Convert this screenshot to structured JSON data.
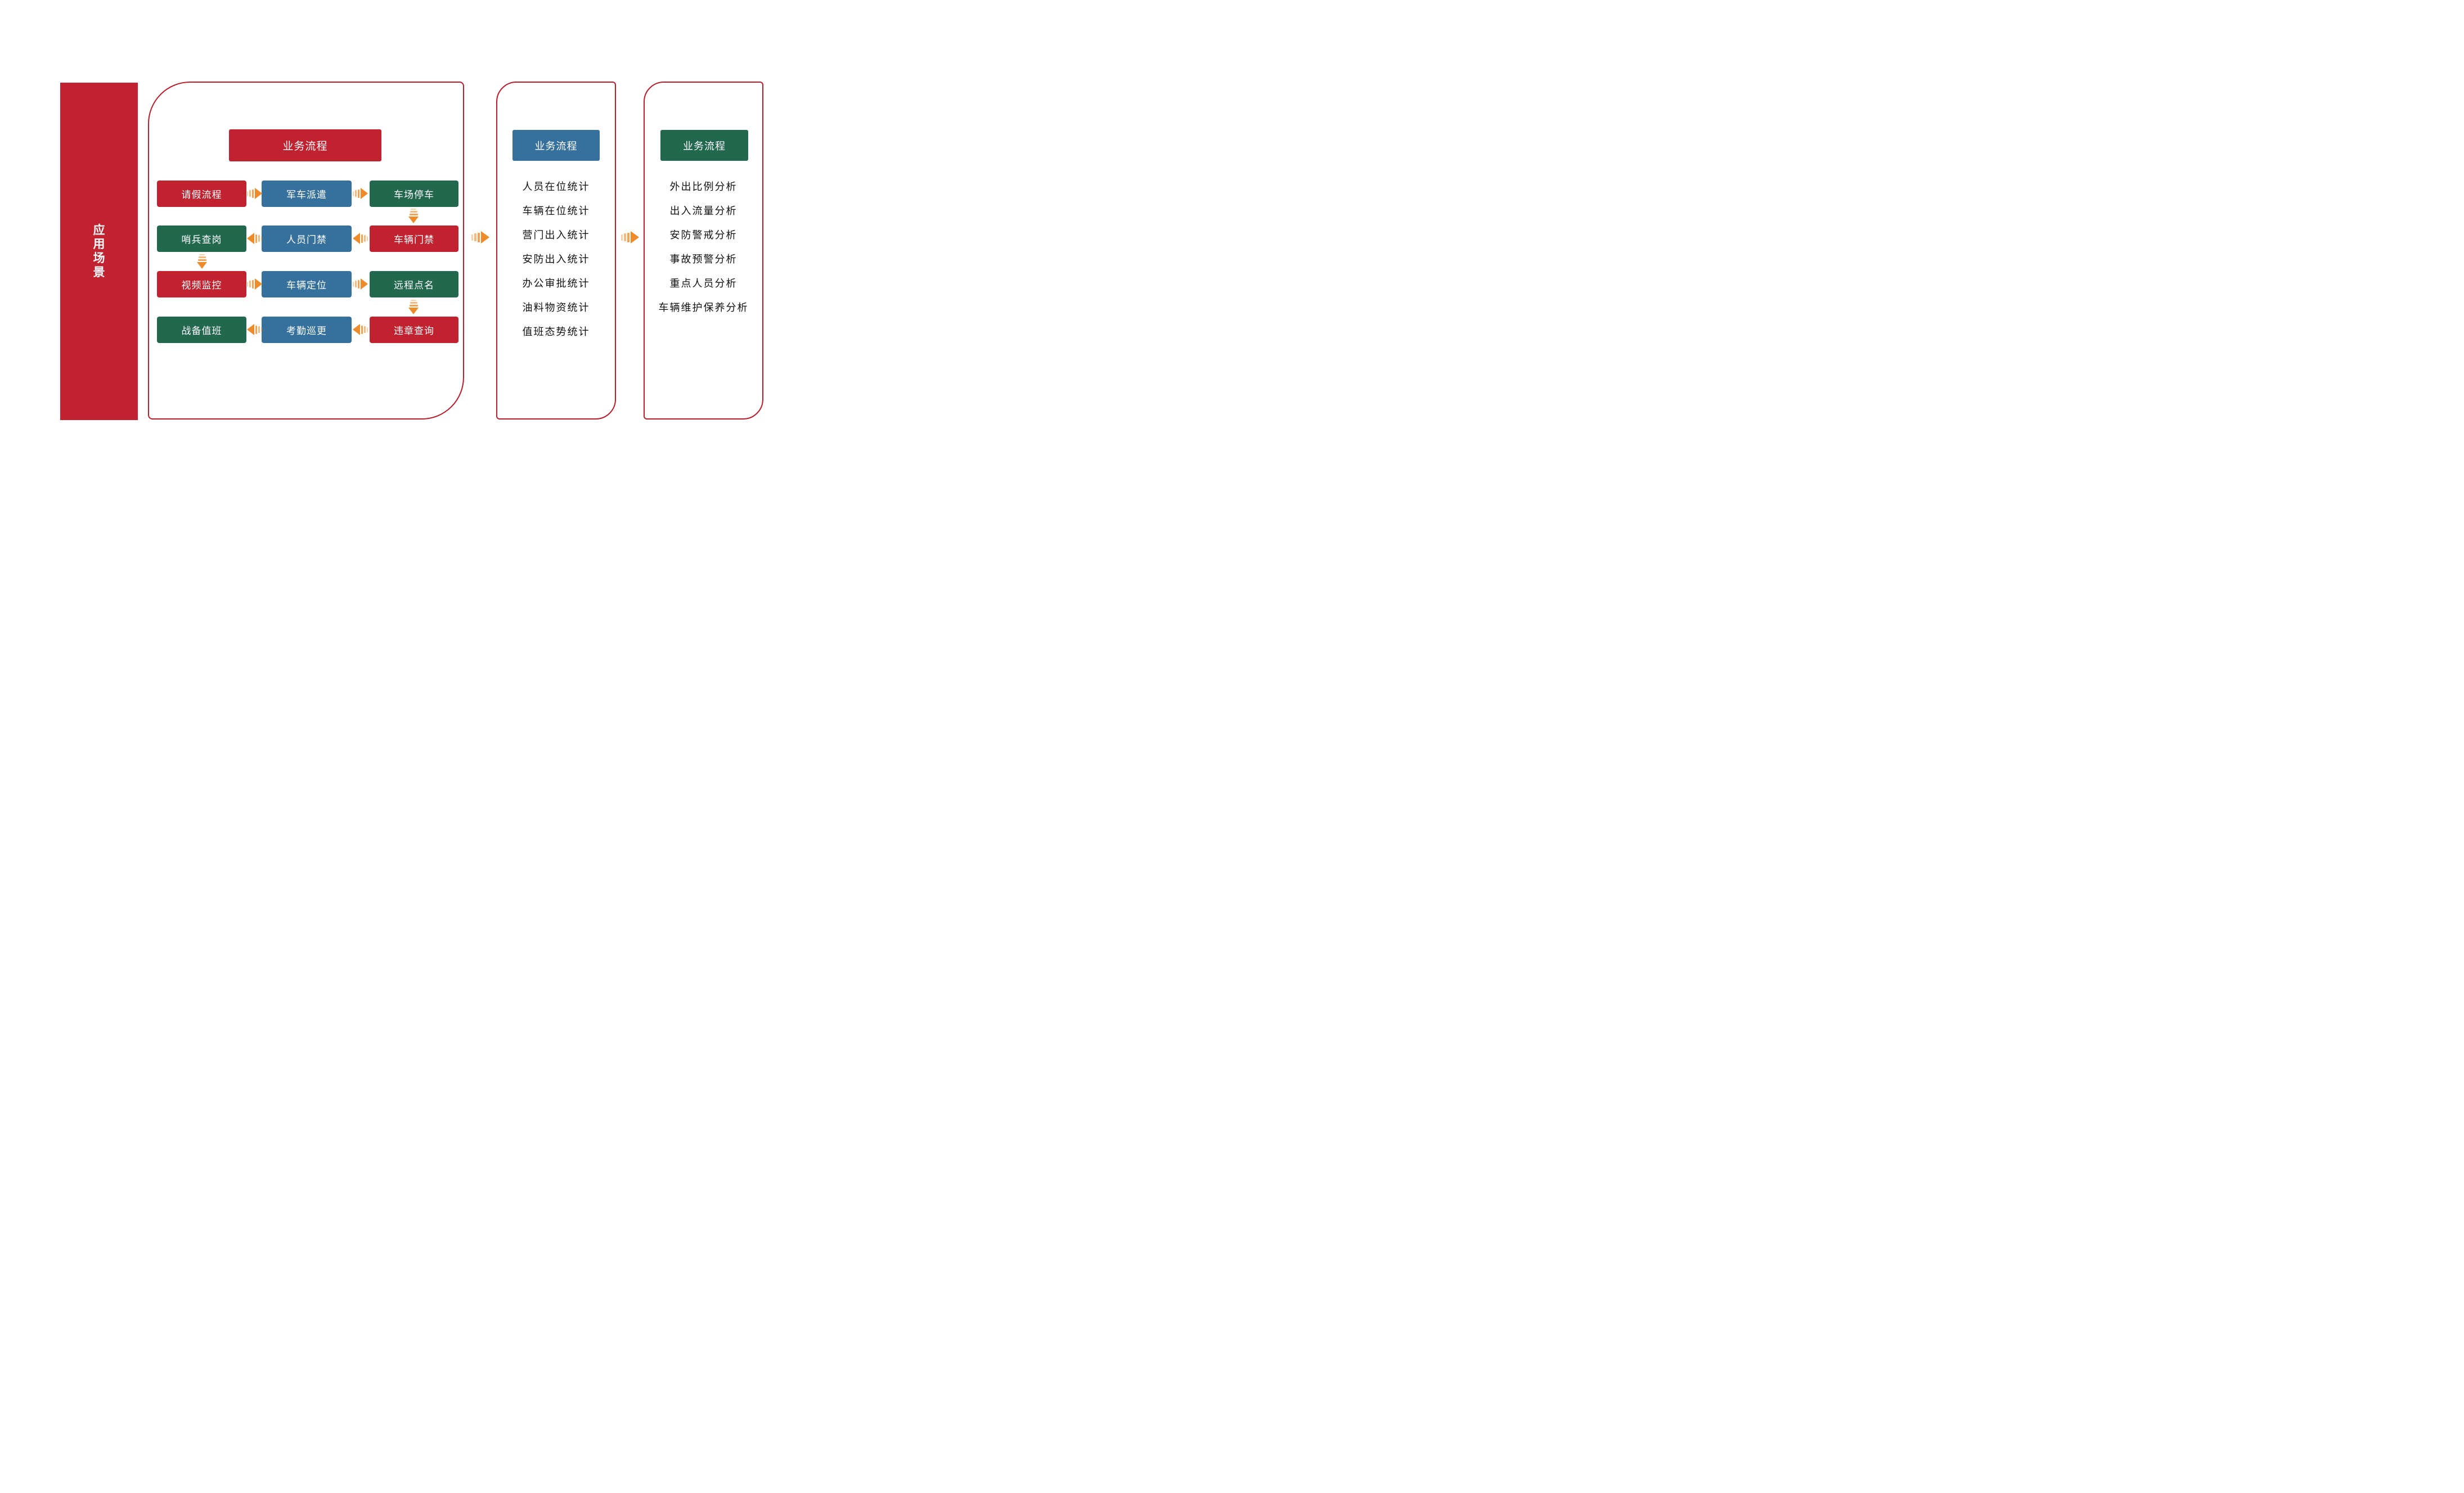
{
  "colors": {
    "red": "#C0222F",
    "blue": "#35719C",
    "green": "#21684E",
    "orange": "#EE8C2B",
    "panel_border": "#B41E2B",
    "text_dark": "#111111",
    "white": "#FFFFFF"
  },
  "left_bar": {
    "label": "应用场景",
    "chars": [
      "应",
      "用",
      "场",
      "景"
    ]
  },
  "panel1": {
    "header": {
      "label": "业务流程",
      "color": "red"
    },
    "grid": [
      [
        {
          "label": "请假流程",
          "color": "red"
        },
        {
          "label": "军车派遣",
          "color": "blue"
        },
        {
          "label": "车场停车",
          "color": "green"
        }
      ],
      [
        {
          "label": "哨兵查岗",
          "color": "green"
        },
        {
          "label": "人员门禁",
          "color": "blue"
        },
        {
          "label": "车辆门禁",
          "color": "red"
        }
      ],
      [
        {
          "label": "视频监控",
          "color": "red"
        },
        {
          "label": "车辆定位",
          "color": "blue"
        },
        {
          "label": "远程点名",
          "color": "green"
        }
      ],
      [
        {
          "label": "战备值班",
          "color": "green"
        },
        {
          "label": "考勤巡更",
          "color": "blue"
        },
        {
          "label": "违章查询",
          "color": "red"
        }
      ]
    ],
    "flow": [
      "请假流程 → 军车派遣",
      "军车派遣 → 车场停车",
      "车场停车 ↓ 车辆门禁",
      "车辆门禁 → 人员门禁",
      "人员门禁 → 哨兵查岗",
      "哨兵查岗 ↓ 视频监控",
      "视频监控 → 车辆定位",
      "车辆定位 → 远程点名",
      "远程点名 ↓ 违章查询",
      "违章查询 → 考勤巡更",
      "考勤巡更 → 战备值班"
    ]
  },
  "panel2": {
    "header": {
      "label": "业务流程",
      "color": "blue"
    },
    "items": [
      "人员在位统计",
      "车辆在位统计",
      "营门出入统计",
      "安防出入统计",
      "办公审批统计",
      "油料物资统计",
      "值班态势统计"
    ]
  },
  "panel3": {
    "header": {
      "label": "业务流程",
      "color": "green"
    },
    "items": [
      "外出比例分析",
      "出入流量分析",
      "安防警戒分析",
      "事故预警分析",
      "重点人员分析",
      "车辆维护保养分析"
    ]
  },
  "connectors": [
    {
      "from": "panel1",
      "to": "panel2",
      "direction": "right"
    },
    {
      "from": "panel2",
      "to": "panel3",
      "direction": "right"
    }
  ]
}
